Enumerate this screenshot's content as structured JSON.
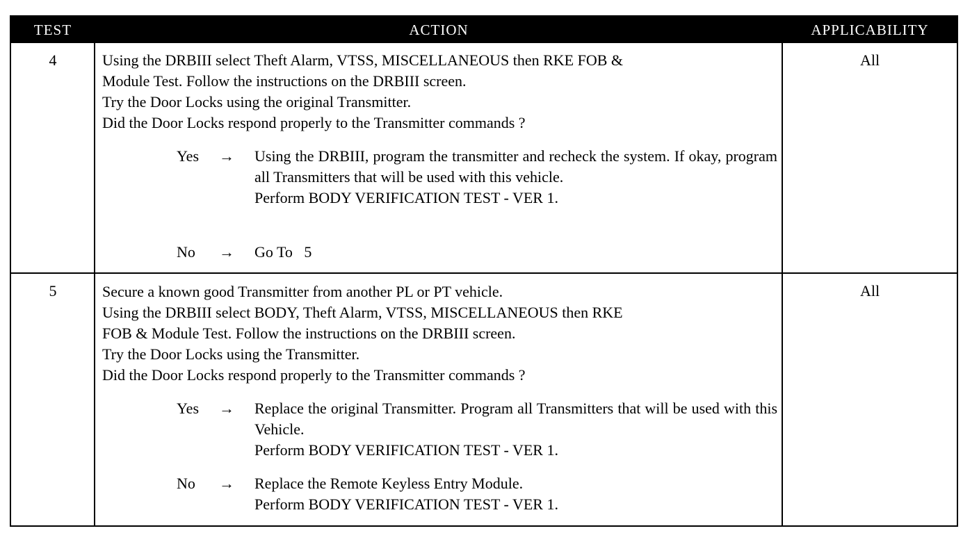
{
  "header": {
    "test": "TEST",
    "action": "ACTION",
    "applicability": "APPLICABILITY"
  },
  "rows": [
    {
      "test": "4",
      "applicability": "All",
      "action_lines": [
        "Using the DRBIII select Theft Alarm, VTSS, MISCELLANEOUS then RKE FOB &",
        "Module Test. Follow the instructions on the DRBIII screen.",
        "Try the Door Locks using the original Transmitter.",
        "Did the Door Locks respond properly to the Transmitter commands ?"
      ],
      "yes_label": "Yes",
      "yes_arrow": "→",
      "yes_text": [
        "Using the DRBIII, program the transmitter and recheck the system. If okay, program all Transmitters that will be used with this vehicle.",
        "Perform BODY VERIFICATION TEST - VER 1."
      ],
      "no_label": "No",
      "no_arrow": "→",
      "no_text": [
        "Go To   5"
      ]
    },
    {
      "test": "5",
      "applicability": "All",
      "action_lines": [
        "Secure a known good Transmitter from another PL or PT vehicle.",
        "Using the DRBIII select BODY, Theft Alarm, VTSS, MISCELLANEOUS then RKE",
        "FOB & Module Test. Follow the instructions on the DRBIII screen.",
        "Try the Door Locks using the Transmitter.",
        "Did the Door Locks respond properly to the Transmitter commands ?"
      ],
      "yes_label": "Yes",
      "yes_arrow": "→",
      "yes_text": [
        "Replace the original Transmitter. Program all Transmitters that will be used with this Vehicle.",
        "Perform BODY VERIFICATION TEST - VER 1."
      ],
      "no_label": "No",
      "no_arrow": "→",
      "no_text": [
        "Replace the Remote Keyless Entry Module.",
        "Perform BODY VERIFICATION TEST - VER 1."
      ]
    }
  ]
}
